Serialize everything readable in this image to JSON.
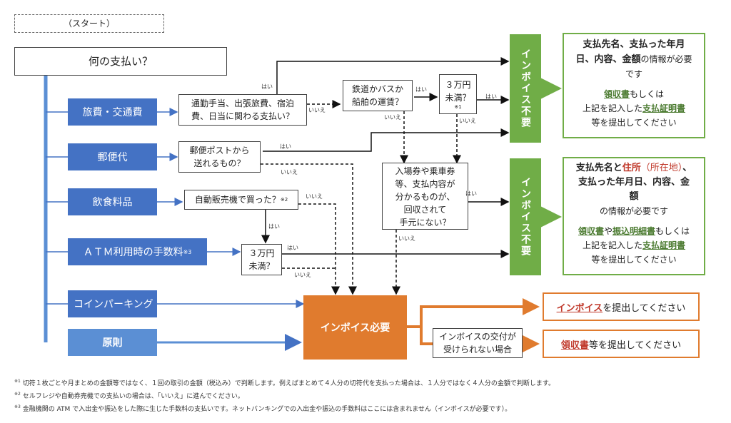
{
  "start": "（スタート）",
  "question": "何の支払い？",
  "categories": {
    "travel": "旅費・交通費",
    "postage": "郵便代",
    "food": "飲食料品",
    "atm": "ＡＴＭ利用時の手数料",
    "atm_mark": "※3",
    "parking": "コインパーキング",
    "principle": "原則"
  },
  "decisions": {
    "commute": "通勤手当、出張旅費、宿泊\n費、日当に関わる支払い？",
    "rail": "鉄道かバスか\n船舶の運賃？",
    "under30k_a": "３万円\n未満？",
    "under30k_a_mark": "※1",
    "post": "郵便ポストから\n送れるもの？",
    "ticket": "入場券や乗車券\n等、支払内容が\n分かるものが、\n回収されて\n手元にない？",
    "vending": "自動販売機で買った？",
    "vending_mark": "※2",
    "under30k_b": "３万円\n未満？",
    "no_invoice_case": "インボイスの交付が\n受けられない場合"
  },
  "labels": {
    "yes": "はい",
    "no": "いいえ"
  },
  "results": {
    "no_invoice": "インボイス不要",
    "invoice_needed": "インボイス必要"
  },
  "panel1": {
    "line1a": "支払先名、支払った年月",
    "line1b": "日、内容、金額",
    "line1c": "の情報が必要",
    "line1d": "です",
    "receipt": "領収書",
    "or": "もしくは",
    "line3a": "上記を記入した",
    "certificate": "支払証明書",
    "line4": "等を提出してください"
  },
  "panel2": {
    "line1a": "支払先名と",
    "address": "住所",
    "address_paren": "（所在地）",
    "line1b": "、",
    "line2": "支払った年月日、内容、金",
    "line3": "額",
    "line4": "の情報が必要です",
    "receipt": "領収書",
    "and": "や",
    "transfer": "振込明細書",
    "or": "もしくは",
    "line6a": "上記を記入した",
    "certificate": "支払証明書",
    "line7": "等を提出してください"
  },
  "panel3": {
    "invoice": "インボイス",
    "rest": "を提出してください"
  },
  "panel4": {
    "receipt": "領収書",
    "rest": "等を提出してください"
  },
  "notes": {
    "n1_mark": "※1",
    "n1": "切符１枚ごとや月まとめの金額等ではなく、１回の取引の金額（税込み）で判断します。例えばまとめて４人分の切符代を支払った場合は、１人分ではなく４人分の金額で判断します。",
    "n2_mark": "※2",
    "n2": "セルフレジや自動券売機での支払いの場合は、「いいえ」に進んでください。",
    "n3_mark": "※3",
    "n3": "金融機関の ATM で入出金や振込をした際に生じた手数料の支払いです。ネットバンキングでの入出金や振込の手数料はここには含まれません（インボイスが必要です）。"
  },
  "colors": {
    "blue": "#4472c4",
    "green": "#70ad47",
    "orange": "#e07b2e",
    "red": "#c0392b"
  }
}
